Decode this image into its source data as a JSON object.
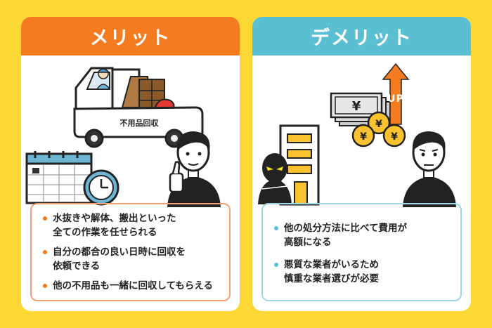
{
  "colors": {
    "background": "#fdd835",
    "merit_accent": "#f47b20",
    "demerit_accent": "#5bbfd4"
  },
  "merit": {
    "title": "メリット",
    "truck_label": "不用品回収",
    "items": [
      "水抜きや解体、搬出といった\n全ての作業を任せられる",
      "自分の都合の良い日時に回収を\n依頼できる",
      "他の不用品も一緒に回収してもらえる"
    ]
  },
  "demerit": {
    "title": "デメリット",
    "arrow_label": "UP",
    "bill_symbol": "¥",
    "coin_symbol": "¥",
    "items": [
      "他の処分方法に比べて費用が\n高額になる",
      "悪質な業者がいるため\n慎重な業者選びが必要"
    ]
  }
}
